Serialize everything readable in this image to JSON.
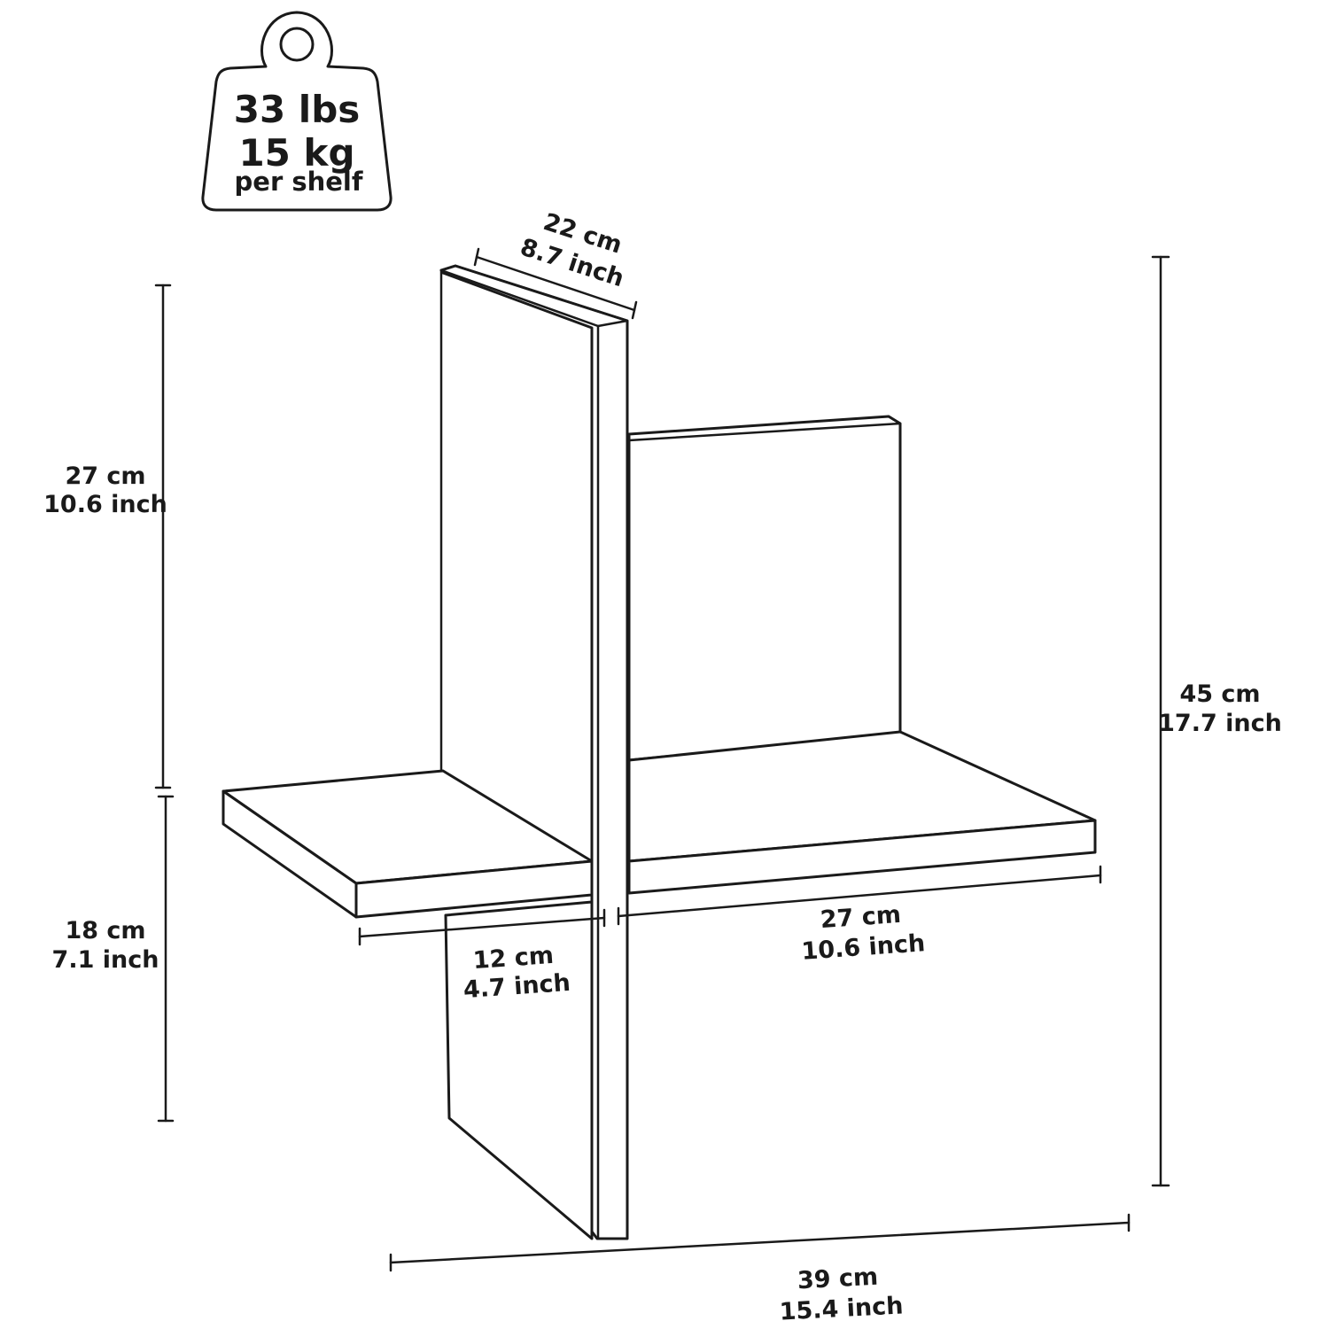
{
  "weight_badge": {
    "line1": "33 lbs",
    "line2": "15 kg",
    "line3": "per shelf",
    "icon": "weight-icon"
  },
  "dimensions": {
    "depth": {
      "metric": "22 cm",
      "imperial": "8.7 inch"
    },
    "upper_height": {
      "metric": "27 cm",
      "imperial": "10.6 inch"
    },
    "lower_height": {
      "metric": "18 cm",
      "imperial": "7.1 inch"
    },
    "total_height": {
      "metric": "45 cm",
      "imperial": "17.7 inch"
    },
    "left_shelf_width": {
      "metric": "12 cm",
      "imperial": "4.7 inch"
    },
    "right_shelf_width": {
      "metric": "27 cm",
      "imperial": "10.6 inch"
    },
    "total_width": {
      "metric": "39 cm",
      "imperial": "15.4 inch"
    }
  },
  "colors": {
    "line": "#1a1a1a",
    "background": "#ffffff"
  }
}
